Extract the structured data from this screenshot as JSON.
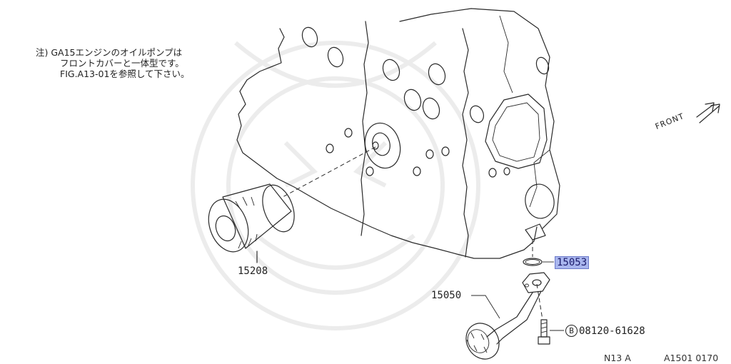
{
  "note": {
    "line1": "注) GA15エンジンのオイルポンプは",
    "line2": "フロントカバーと一体型です。",
    "line3": "FIG.A13-01を参照して下さい。"
  },
  "front_label": "FRONT",
  "parts": {
    "filter": "15208",
    "pickup": "15050",
    "oring": "15053",
    "bolt_marker": "B",
    "bolt": "08120-61628"
  },
  "footer": {
    "model_code": "N13 A",
    "figure_code": "A1501 0170"
  }
}
